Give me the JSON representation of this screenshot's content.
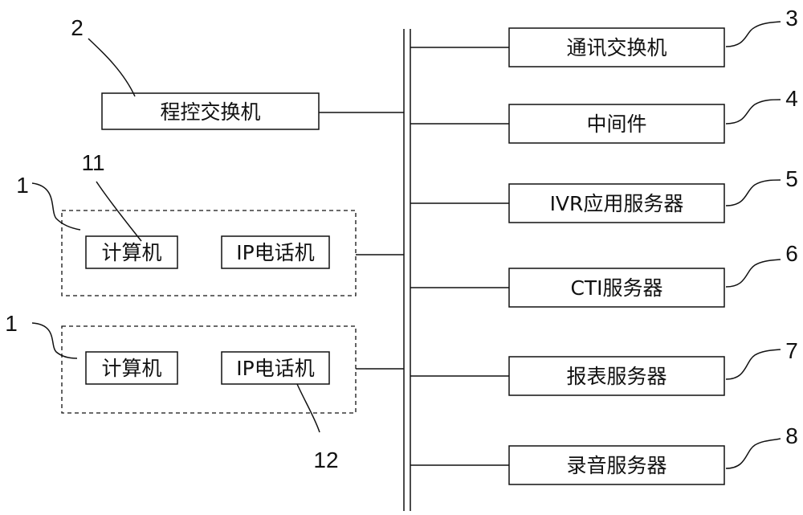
{
  "boxes": {
    "pbx": "程控交换机",
    "comm_switch": "通讯交换机",
    "middleware": "中间件",
    "ivr_server": "IVR应用服务器",
    "cti_server": "CTI服务器",
    "report_server": "报表服务器",
    "recording_server": "录音服务器",
    "computer_1": "计算机",
    "ip_phone_1": "IP电话机",
    "computer_2": "计算机",
    "ip_phone_2": "IP电话机"
  },
  "refs": {
    "agent_group_top": "1",
    "agent_group_bottom": "1",
    "pbx": "2",
    "comm_switch": "3",
    "middleware": "4",
    "ivr_server": "5",
    "cti_server": "6",
    "report_server": "7",
    "recording_server": "8",
    "computer": "11",
    "ip_phone": "12"
  }
}
